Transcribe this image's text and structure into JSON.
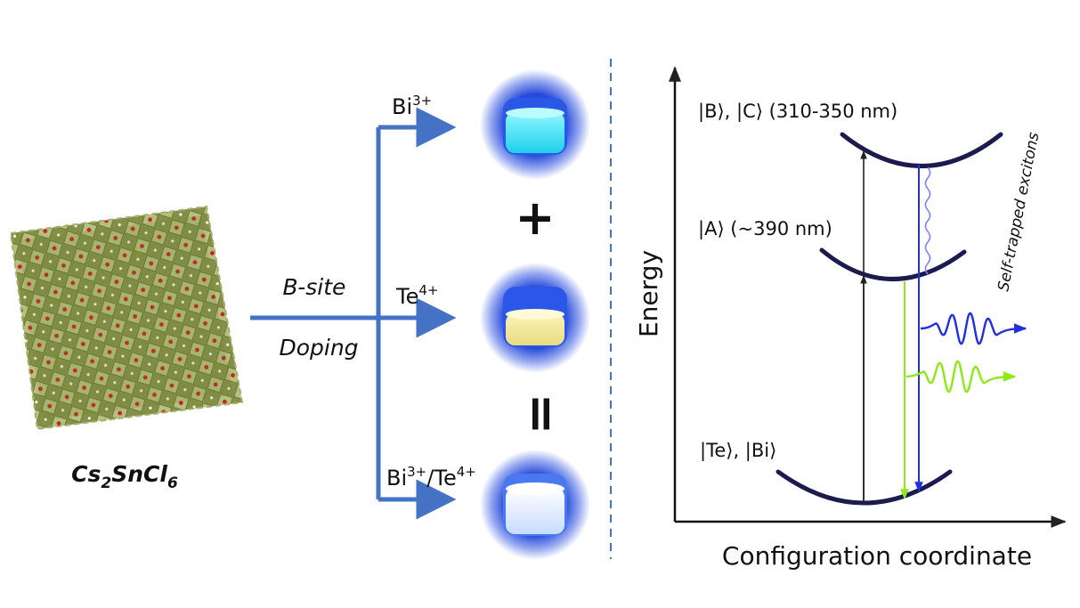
{
  "crystal": {
    "formula_main": "Cs",
    "formula_sub1": "2",
    "formula_mid": "SnCl",
    "formula_sub2": "6"
  },
  "doping": {
    "line1": "B-site",
    "line2": "Doping"
  },
  "branches": [
    {
      "ion": "Bi",
      "charge": "3+"
    },
    {
      "ion": "Te",
      "charge": "4+"
    },
    {
      "ion1": "Bi",
      "charge1": "3+",
      "sep": "/",
      "ion2": "Te",
      "charge2": "4+"
    }
  ],
  "operators": {
    "plus": "+",
    "equals": "="
  },
  "vial_colors": {
    "bi": "#2fe6f5",
    "te": "#f3ea9a",
    "mixed": "#e8f2ff",
    "glow": "#1a3fd6"
  },
  "energy_diagram": {
    "ylabel": "Energy",
    "xlabel": "Configuration coordinate",
    "state_bc": "|B⟩, |C⟩ (310-350 nm)",
    "state_a": "|A⟩ (~390 nm)",
    "state_ground": "|Te⟩, |Bi⟩",
    "ste_label": "Self-trapped excitons",
    "colors": {
      "curve": "#1c1b4f",
      "blue_emission": "#2030e0",
      "green_emission": "#8ee81a",
      "absorption": "#222222"
    }
  }
}
